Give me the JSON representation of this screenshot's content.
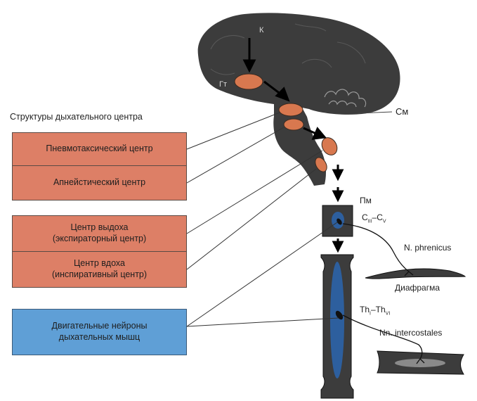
{
  "heading": "Структуры дыхательного центра",
  "boxes": {
    "pneumotaxic": "Пневмотаксический центр",
    "apneustic": "Апнейстический центр",
    "expiratory_1": "Центр выдоха",
    "expiratory_2": "(экспираторный центр)",
    "inspiratory_1": "Центр вдоха",
    "inspiratory_2": "(инспиративный центр)",
    "motor_1": "Двигательные нейроны",
    "motor_2": "дыхательных мышц"
  },
  "labels": {
    "cortex": "К",
    "hypothalamus": "Гт",
    "midbrain": "См",
    "medulla": "Пм",
    "cervical_main": "C",
    "cervical_sub1": "III",
    "cervical_dash": "–C",
    "cervical_sub2": "V",
    "phrenic": "N. phrenicus",
    "diaphragm": "Диафрагма",
    "thoracic_main": "Th",
    "thoracic_sub1": "I",
    "thoracic_dash": "–Th",
    "thoracic_sub2": "VI",
    "intercostal": "Nn. intercostales"
  },
  "colors": {
    "box_red": "#dd7f66",
    "box_blue": "#5f9fd6",
    "brain": "#3c3c3c",
    "nucleus": "#d8784f",
    "spinal_blue": "#2d5f9e"
  }
}
